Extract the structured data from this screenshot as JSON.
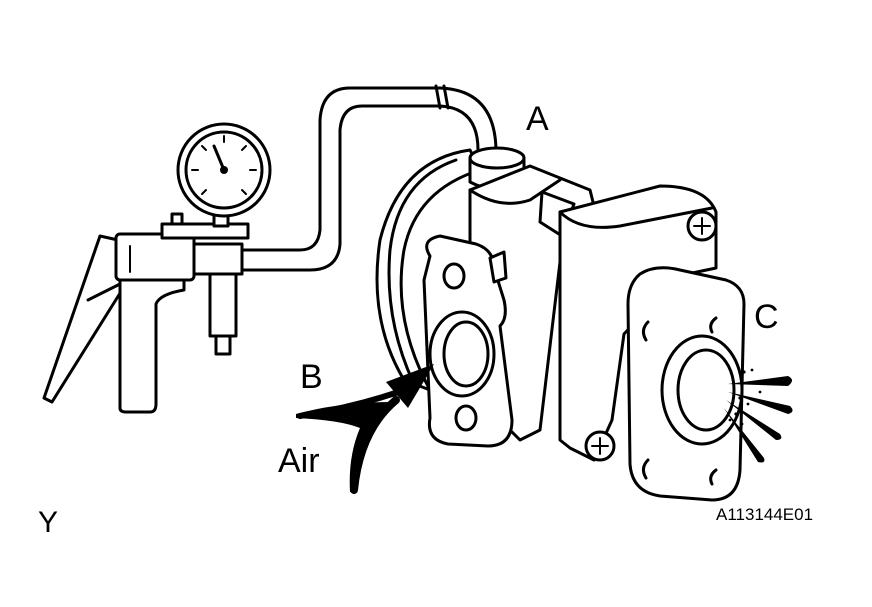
{
  "figure": {
    "labels": {
      "a": "A",
      "b": "B",
      "c": "C",
      "air": "Air",
      "y": "Y"
    },
    "code": "A113144E01"
  },
  "colors": {
    "line": "#000000",
    "background": "#ffffff"
  },
  "icons": [
    "vacuum-pump-icon",
    "pressure-gauge-icon",
    "vacuum-hose-icon",
    "egr-valve-icon",
    "airflow-arrow-icon",
    "air-jet-icon"
  ]
}
